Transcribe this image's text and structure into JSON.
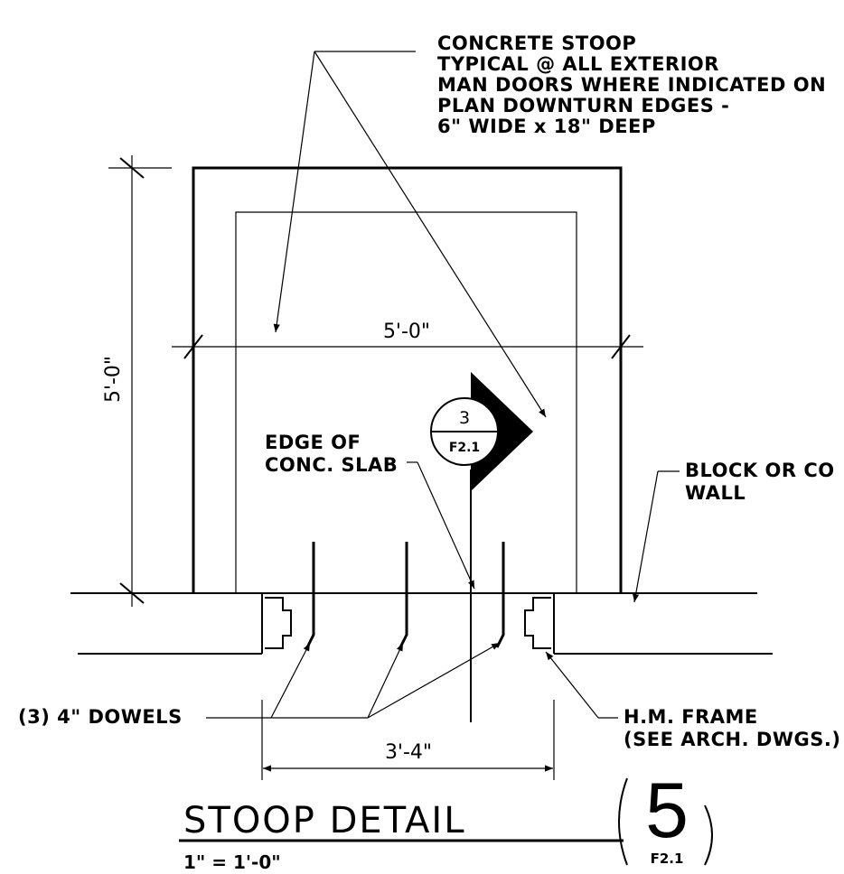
{
  "notes": {
    "stoop": [
      "CONCRETE STOOP",
      "TYPICAL @ ALL EXTERIOR",
      "MAN DOORS WHERE INDICATED ON",
      "PLAN DOWNTURN EDGES -",
      "6\" WIDE x 18\" DEEP"
    ],
    "slab_edge": [
      "EDGE OF",
      "CONC. SLAB"
    ],
    "wall": [
      "BLOCK OR CO",
      "WALL"
    ],
    "dowels": "(3) 4\" DOWELS",
    "frame": [
      "H.M. FRAME",
      "(SEE ARCH. DWGS.)"
    ]
  },
  "dimensions": {
    "width": "5'-0\"",
    "depth": "5'-0\"",
    "door": "3'-4\""
  },
  "section_bubble": {
    "number": "3",
    "sheet": "F2.1"
  },
  "title": {
    "text": "STOOP DETAIL",
    "scale": "1\" = 1'-0\"",
    "detail_number": "5",
    "sheet": "F2.1"
  }
}
